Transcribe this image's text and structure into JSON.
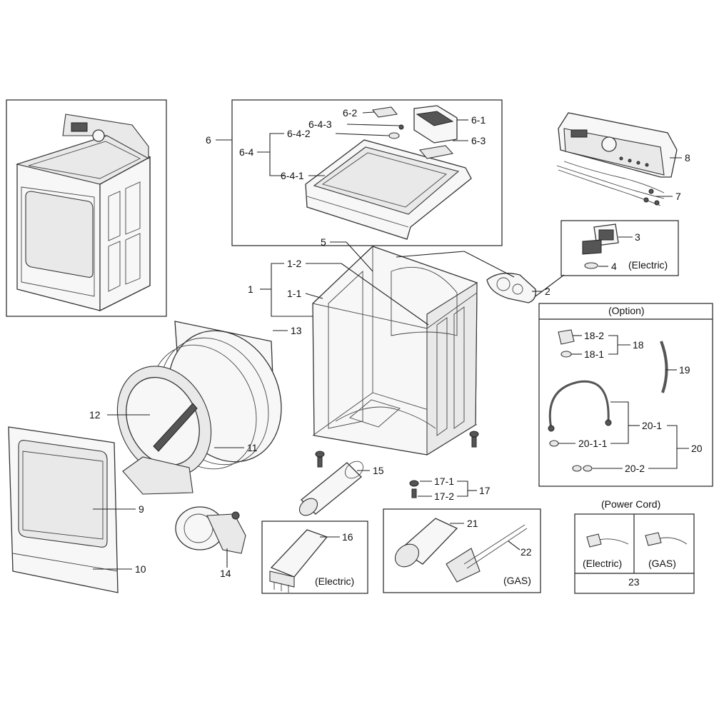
{
  "callouts": {
    "c1": "1",
    "c1_1": "1-1",
    "c1_2": "1-2",
    "c2": "2",
    "c3": "3",
    "c4": "4",
    "c5": "5",
    "c6": "6",
    "c6_1": "6-1",
    "c6_2": "6-2",
    "c6_3": "6-3",
    "c6_4": "6-4",
    "c6_4_1": "6-4-1",
    "c6_4_2": "6-4-2",
    "c6_4_3": "6-4-3",
    "c7": "7",
    "c8": "8",
    "c9": "9",
    "c10": "10",
    "c11": "11",
    "c12": "12",
    "c13": "13",
    "c14": "14",
    "c15": "15",
    "c16": "16",
    "c17": "17",
    "c17_1": "17-1",
    "c17_2": "17-2",
    "c18": "18",
    "c18_1": "18-1",
    "c18_2": "18-2",
    "c19": "19",
    "c20": "20",
    "c20_1": "20-1",
    "c20_1_1": "20-1-1",
    "c20_2": "20-2",
    "c21": "21",
    "c22": "22",
    "c23": "23"
  },
  "labels": {
    "electric_heater_box": "(Electric)",
    "electric_sensor_box": "(Electric)",
    "gas_box": "(GAS)",
    "option_header": "(Option)",
    "power_cord_header": "(Power Cord)",
    "power_cord_electric": "(Electric)",
    "power_cord_gas": "(GAS)"
  }
}
